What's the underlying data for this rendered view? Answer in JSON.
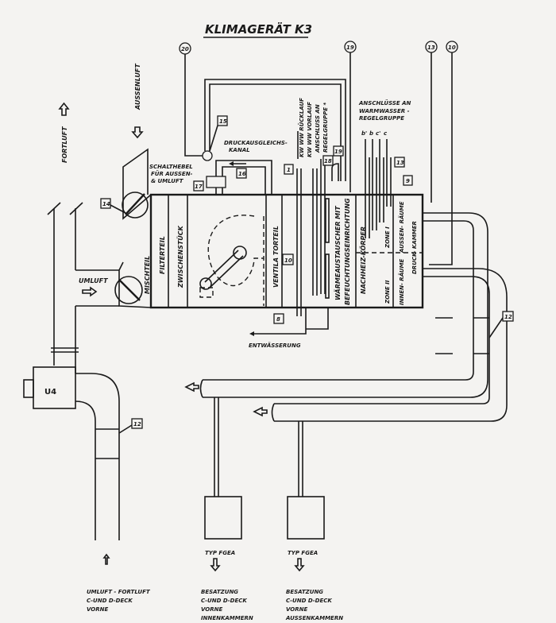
{
  "title": "KLIMAGERÄT K3",
  "air": {
    "fortluft": "FORTLUFT",
    "aussenluft": "AUSSENLUFT",
    "umluft": "UMLUFT",
    "fan": "U4"
  },
  "sections": {
    "mischteil": "MISCHTEIL",
    "filterteil": "FILTERTEIL",
    "zwischenstueck": "ZWISCHENSTÜCK",
    "ventilatorteil": "VENTILA TORTEIL",
    "waermetauscher_1": "WÄRMEAUSTAUSCHER MIT",
    "waermetauscher_2": "BEFEUCHTUNGSEINRICHTUNG",
    "nachheizkoerper": "NACHHEIZ-KÖRPER",
    "zone1": "ZONE I",
    "zone2": "ZONE II",
    "aussenraeume": "AUSSEN- RÄUME",
    "innenraeume": "INNEN- RÄUME",
    "druckkammer": "DRUCK- KAMMER"
  },
  "labels": {
    "schalthebel_1": "SCHALTHEBEL",
    "schalthebel_2": "FÜR AUSSEN-",
    "schalthebel_3": "& UMLUFT",
    "druckausgleich_1": "DRUCKAUSGLEICHS-",
    "druckausgleich_2": "KANAL",
    "kw_ruecklauf": "KW WW RÜCKLAUF",
    "kw_vorlauf": "KW WW VORLAUF",
    "anschluss_1": "ANSCHLUSS AN",
    "anschluss_2": "REGELGRUPPE *",
    "anschluesse_1": "ANSCHLÜSSE AN",
    "anschluesse_2": "WARMWASSER -",
    "anschluesse_3": "REGELGRUPPE",
    "connections": [
      "b'",
      "b",
      "c'",
      "c"
    ],
    "entwaesserung": "ENTWÄSSERUNG"
  },
  "callouts": {
    "c20": "20",
    "c19top": "19",
    "c13top": "13",
    "c10top": "10",
    "c15": "15",
    "c16": "16",
    "c17": "17",
    "c1": "1",
    "c18": "18",
    "c19": "19",
    "c13": "13",
    "c9": "9",
    "c14": "14",
    "c10": "10",
    "c8": "8",
    "c12a": "12",
    "c12b": "12"
  },
  "outlets": [
    {
      "type": "",
      "lines": [
        "UMLUFT - FORTLUFT",
        "C-UND D-DECK",
        "VORNE",
        ""
      ]
    },
    {
      "type": "TYP FGEA",
      "lines": [
        "BESATZUNG",
        "C-UND D-DECK",
        "VORNE",
        "INNENKAMMERN"
      ]
    },
    {
      "type": "TYP FGEA",
      "lines": [
        "BESATZUNG",
        "C-UND D-DECK",
        "VORNE",
        "AUSSENKAMMERN"
      ]
    }
  ]
}
